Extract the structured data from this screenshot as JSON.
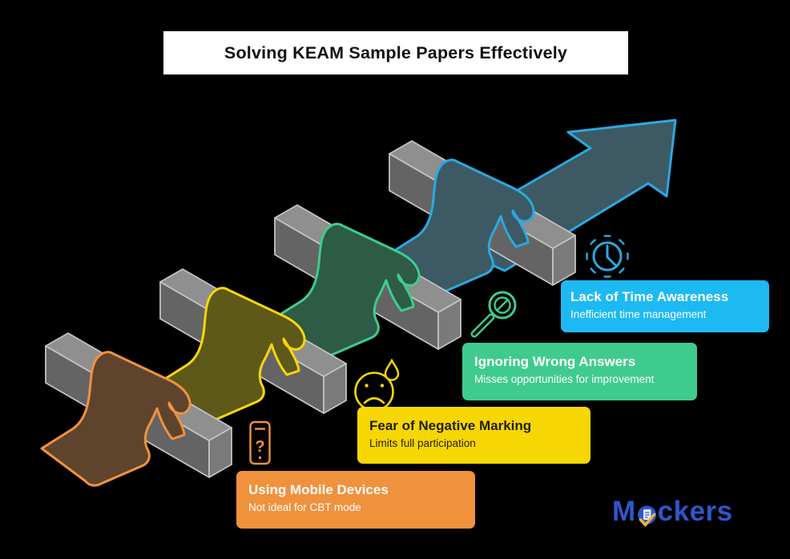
{
  "title": "Solving KEAM Sample Papers Effectively",
  "steps": [
    {
      "label": "Using Mobile Devices",
      "description": "Not ideal for CBT mode",
      "icon": "mobile-question-icon",
      "color": "#f0913c",
      "text_color": "#ffffff"
    },
    {
      "label": "Fear of Negative Marking",
      "description": "Limits full participation",
      "icon": "sad-sweat-icon",
      "color": "#f6d703",
      "text_color": "#221e06"
    },
    {
      "label": "Ignoring Wrong Answers",
      "description": "Misses opportunities for improvement",
      "icon": "magnifier-block-icon",
      "color": "#40cb8e",
      "text_color": "#ffffff"
    },
    {
      "label": "Lack of Time Awareness",
      "description": "Inefficient time management",
      "icon": "clock-icon",
      "color": "#1db9f3",
      "text_color": "#ffffff"
    }
  ],
  "icons": {
    "phone_glyph": "?"
  },
  "logo": {
    "text_before_icon": "M",
    "text_after_icon": "ckers",
    "icon": "document-check-icon"
  },
  "colors": {
    "background": "#000000",
    "title_box_bg": "#ffffff",
    "title_text": "#111111",
    "logo_blue": "#2f55cd",
    "logo_check_gold": "#e8b23b",
    "logo_doc_paper": "#e8eefb",
    "bar_top": "#8f8f8f",
    "bar_front": "#646464",
    "bar_cap": "#7a7a7a",
    "bar_stroke": "#c2c2c2",
    "rib_orange": "#f0923f",
    "rib_orange_fill": "#5e442d",
    "rib_yellow": "#f6d70a",
    "rib_yellow_fill": "#5e5819",
    "rib_green": "#3ecc8e",
    "rib_green_fill": "#2e5b45",
    "rib_blue": "#2aa9e0",
    "rib_blue_fill": "#3d5964"
  }
}
